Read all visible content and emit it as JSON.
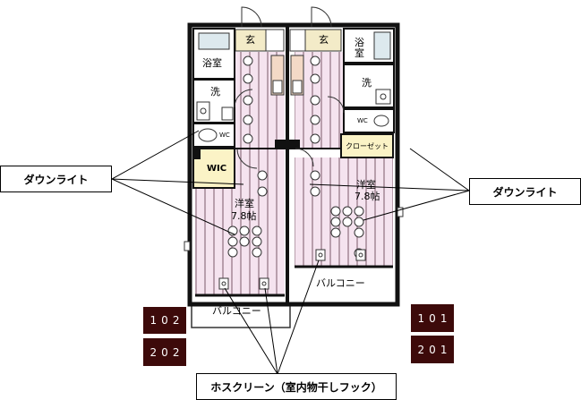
{
  "callouts": {
    "downlight_left": "ダウンライト",
    "downlight_right": "ダウンライト",
    "hose_screen": "ホスクリーン（室内物干しフック）"
  },
  "units": {
    "left_top": "102",
    "left_bottom": "202",
    "right_top": "101",
    "right_bottom": "201"
  },
  "rooms": {
    "entrance_left": "玄",
    "entrance_right": "玄",
    "bath_left": "浴室",
    "bath_right": "浴室",
    "wash_left": "洗",
    "wash_right": "洗",
    "wc_left": "WC",
    "wc_right": "WC",
    "wic": "WIC",
    "closet": "クローゼット",
    "western_left": "洋室",
    "western_left_size": "7.8帖",
    "western_right": "洋室",
    "western_right_size": "7.8帖",
    "balcony_left": "バルコニー",
    "balcony_right": "バルコニー"
  },
  "colors": {
    "floor": "#f5e3ef",
    "floor_stripe": "#7a5a6a",
    "wall": "#111111",
    "closet_fill": "#fbf3c6",
    "entrance_fill": "#f3ebc8",
    "unit_badge": "#3d0a0a"
  }
}
